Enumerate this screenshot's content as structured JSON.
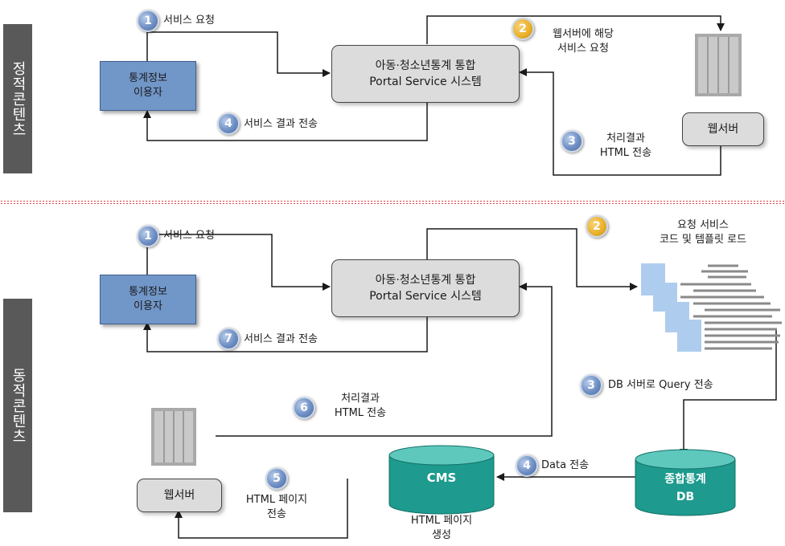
{
  "side_tabs": {
    "static": "정적콘텐츠",
    "dynamic": "동적콘텐츠"
  },
  "static_section": {
    "user_box": [
      "통계정보",
      "이용자"
    ],
    "portal_box": [
      "아동·청소년통계 통합",
      "Portal Service 시스템"
    ],
    "webserver_box": "웹서버",
    "step1": {
      "num": "1",
      "label": "서비스 요청"
    },
    "step2": {
      "num": "2",
      "label": [
        "웹서버에 해당",
        "서비스 요청"
      ]
    },
    "step3": {
      "num": "3",
      "label": [
        "처리결과",
        "HTML 전송"
      ]
    },
    "step4": {
      "num": "4",
      "label": "서비스 결과 전송"
    }
  },
  "dynamic_section": {
    "user_box": [
      "통계정보",
      "이용자"
    ],
    "portal_box": [
      "아동·청소년통계 통합",
      "Portal Service 시스템"
    ],
    "webserver_box": "웹서버",
    "cms_label": "CMS",
    "cms_caption": [
      "HTML 페이지",
      "생성"
    ],
    "db_label": [
      "종합통계",
      "DB"
    ],
    "step1": {
      "num": "1",
      "label": "서비스 요청"
    },
    "step2": {
      "num": "2",
      "label": [
        "요청 서비스",
        "코드 및 템플릿 로드"
      ]
    },
    "step3": {
      "num": "3",
      "label": "DB 서버로 Query 전송"
    },
    "step4": {
      "num": "4",
      "label": "Data 전송"
    },
    "step5": {
      "num": "5",
      "label": [
        "HTML 페이지",
        "전송"
      ]
    },
    "step6": {
      "num": "6",
      "label": [
        "처리결과",
        "HTML 전송"
      ]
    },
    "step7": {
      "num": "7",
      "label": "서비스 결과 전송"
    }
  },
  "colors": {
    "user_box": "#7196c8",
    "portal_box": "#dcdcdc",
    "cylinder": "#1e9a8e",
    "divider": "#e0303a"
  }
}
